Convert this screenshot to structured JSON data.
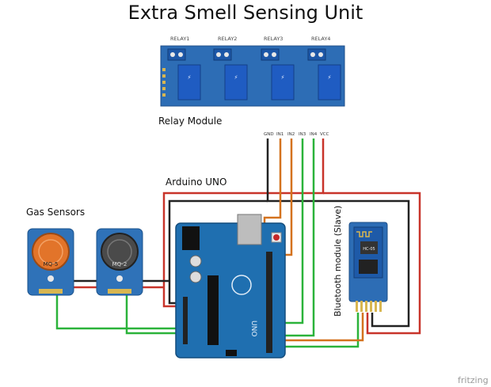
{
  "title": "Extra Smell Sensing Unit",
  "relay_module": {
    "caption": "Relay Module",
    "relays": [
      "RELAY1",
      "RELAY2",
      "RELAY3",
      "RELAY4"
    ],
    "pins": [
      "GND",
      "IN1",
      "IN2",
      "IN3",
      "IN4",
      "VCC"
    ]
  },
  "arduino": {
    "caption": "Arduino UNO",
    "board_text": "UNO"
  },
  "gas_sensors": {
    "caption": "Gas Sensors",
    "sensors": [
      "MQ-5",
      "MQ-2"
    ]
  },
  "bluetooth": {
    "caption": "Bluetooth module (Slave)",
    "chip_text": "HC-05"
  },
  "watermark": "fritzing",
  "colors": {
    "wire_red": "#c8342a",
    "wire_black": "#222222",
    "wire_green": "#2bb33a",
    "wire_orange": "#d4721e",
    "board_blue": "#1f6fb0",
    "sensor_blue": "#2f72b8",
    "relay_blue": "#2d6db5"
  }
}
